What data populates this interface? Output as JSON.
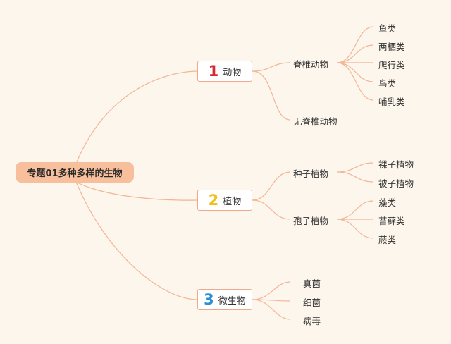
{
  "root": {
    "label": "专题01多种多样的生物"
  },
  "branches": [
    {
      "number": "1",
      "label": "动物",
      "number_color": "#d42b35"
    },
    {
      "number": "2",
      "label": "植物",
      "number_color": "#f0c020"
    },
    {
      "number": "3",
      "label": "微生物",
      "number_color": "#2a8fd6"
    }
  ],
  "animals": {
    "vertebrate": "脊椎动物",
    "invertebrate": "无脊椎动物",
    "vertebrate_children": [
      "鱼类",
      "两栖类",
      "爬行类",
      "鸟类",
      "哺乳类"
    ]
  },
  "plants": {
    "seed_plants": "种子植物",
    "spore_plants": "孢子植物",
    "seed_children": [
      "裸子植物",
      "被子植物"
    ],
    "spore_children": [
      "藻类",
      "苔藓类",
      "蕨类"
    ]
  },
  "microbes": {
    "children": [
      "真菌",
      "细菌",
      "病毒"
    ]
  },
  "colors": {
    "line": "#f4b496",
    "root_bg": "#f7bf9b",
    "border": "#f2a88a",
    "background": "#fdf6ec"
  }
}
